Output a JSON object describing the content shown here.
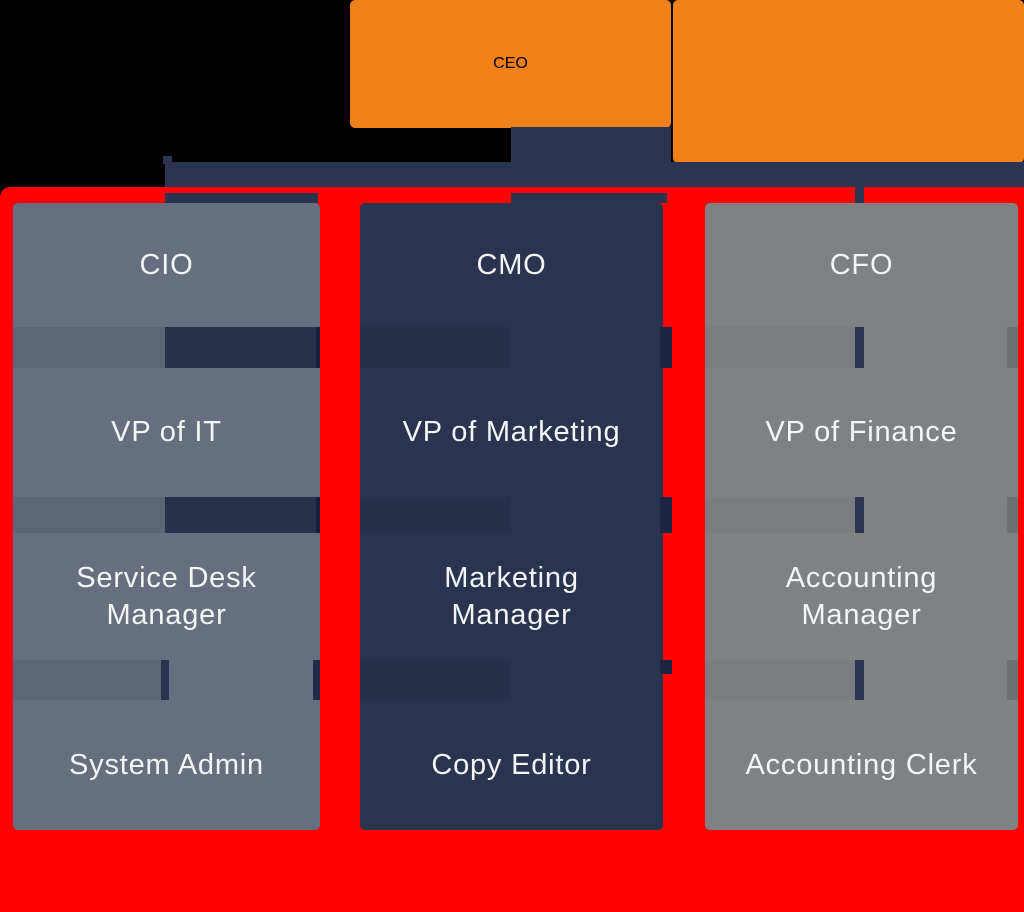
{
  "diagram": {
    "type": "org-chart",
    "root": {
      "label": "CEO"
    },
    "branches": [
      {
        "name": "cio",
        "levels": [
          "CIO",
          "VP of IT",
          "Service Desk\nManager",
          "System Admin"
        ]
      },
      {
        "name": "cmo",
        "levels": [
          "CMO",
          "VP of Marketing",
          "Marketing\nManager",
          "Copy Editor"
        ]
      },
      {
        "name": "cfo",
        "levels": [
          "CFO",
          "VP of Finance",
          "Accounting\nManager",
          "Accounting Clerk"
        ]
      }
    ]
  },
  "colors": {
    "background": "#000000",
    "accent_orange": "#F28019",
    "connector_navy": "#2B3550",
    "highlight_red": "#FE0000",
    "cio_column_gray": "#676E7F",
    "cmo_column_navy": "#2A344F",
    "cfo_column_gray": "#7F8183",
    "text": "#F3F5F7"
  }
}
